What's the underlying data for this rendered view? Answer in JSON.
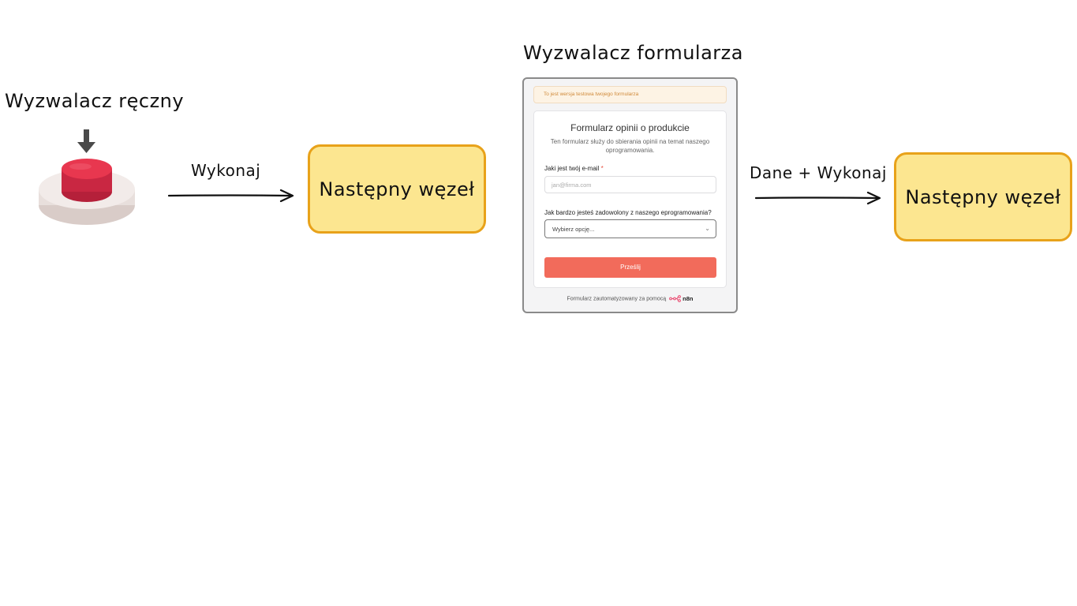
{
  "diagram": {
    "manual_trigger": {
      "title": "Wyzwalacz ręczny",
      "arrow_label": "Wykonaj",
      "icon": "push-button-icon"
    },
    "form_trigger": {
      "title": "Wyzwalacz formularza",
      "arrow_label": "Dane + Wykonaj"
    },
    "next_node_1": {
      "label": "Następny węzeł"
    },
    "next_node_2": {
      "label": "Następny węzeł"
    },
    "colors": {
      "node_fill": "#fce690",
      "node_border": "#e8a21a",
      "button_red": "#e8374f",
      "submit_button": "#f26b5b"
    }
  },
  "form": {
    "test_banner": "To jest wersja testowa twojego formularza",
    "title": "Formularz opinii o produkcie",
    "description": "Ten formularz służy do sbierania opinii na temat naszego oprogramowania.",
    "email_label": "Jaki jest twój e-mail",
    "required_marker": "*",
    "email_placeholder": "jan@firma.com",
    "satisfaction_label": "Jak bardzo jesteś zadowolony z naszego eprogramowania?",
    "select_value": "Wybierz opcję...",
    "submit_label": "Prześlij",
    "footer_text": "Formularz zautomatyzowany za pomocą",
    "brand": "n8n"
  }
}
